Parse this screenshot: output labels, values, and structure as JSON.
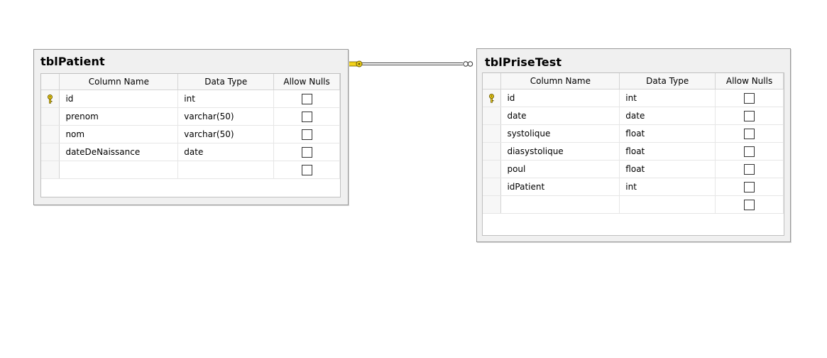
{
  "tables": [
    {
      "name": "tblPatient",
      "headers": {
        "column_name": "Column Name",
        "data_type": "Data Type",
        "allow_nulls": "Allow Nulls"
      },
      "rows": [
        {
          "key": true,
          "column": "id",
          "type": "int"
        },
        {
          "key": false,
          "column": "prenom",
          "type": "varchar(50)"
        },
        {
          "key": false,
          "column": "nom",
          "type": "varchar(50)"
        },
        {
          "key": false,
          "column": "dateDeNaissance",
          "type": "date"
        },
        {
          "key": false,
          "column": "",
          "type": ""
        }
      ]
    },
    {
      "name": "tblPriseTest",
      "headers": {
        "column_name": "Column Name",
        "data_type": "Data Type",
        "allow_nulls": "Allow Nulls"
      },
      "rows": [
        {
          "key": true,
          "column": "id",
          "type": "int"
        },
        {
          "key": false,
          "column": "date",
          "type": "date"
        },
        {
          "key": false,
          "column": "systolique",
          "type": "float"
        },
        {
          "key": false,
          "column": "diasystolique",
          "type": "float"
        },
        {
          "key": false,
          "column": "poul",
          "type": "float"
        },
        {
          "key": false,
          "column": "idPatient",
          "type": "int"
        },
        {
          "key": false,
          "column": "",
          "type": ""
        }
      ]
    }
  ],
  "relationship": {
    "from": "tblPatient",
    "to": "tblPriseTest",
    "from_end": "key-icon",
    "to_end": "infinity-icon",
    "key_color": "#f2d21b"
  }
}
